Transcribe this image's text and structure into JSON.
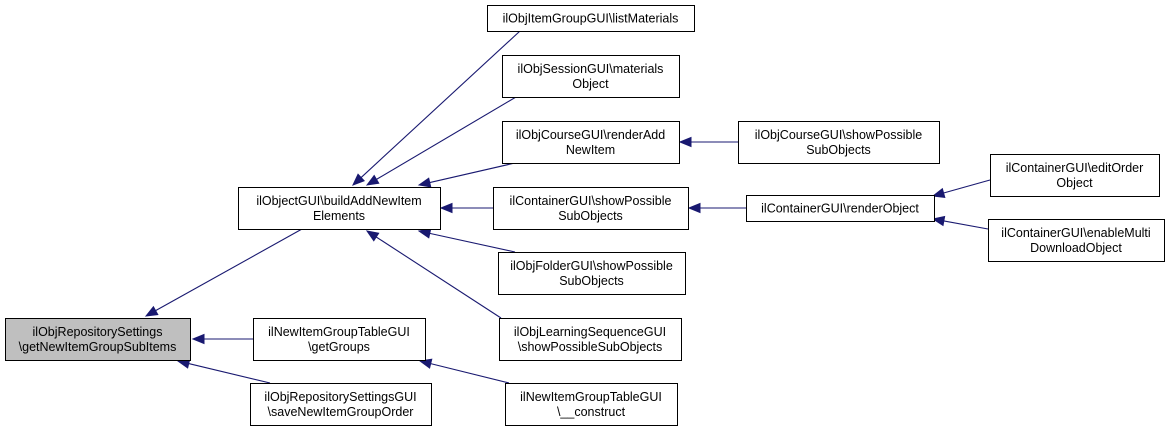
{
  "graph": {
    "nodes": [
      {
        "id": "root",
        "lines": [
          "ilObjRepositorySettings",
          "\\getNewItemGroupSubItems"
        ],
        "highlight": true
      },
      {
        "id": "buildAdd",
        "lines": [
          "ilObjectGUI\\buildAddNewItem",
          "Elements"
        ]
      },
      {
        "id": "getGroups",
        "lines": [
          "ilNewItemGroupTableGUI",
          "\\getGroups"
        ]
      },
      {
        "id": "saveOrder",
        "lines": [
          "ilObjRepositorySettingsGUI",
          "\\saveNewItemGroupOrder"
        ]
      },
      {
        "id": "listMaterials",
        "lines": [
          "ilObjItemGroupGUI\\listMaterials"
        ]
      },
      {
        "id": "sessionMaterials",
        "lines": [
          "ilObjSessionGUI\\materials",
          "Object"
        ]
      },
      {
        "id": "courseRenderAdd",
        "lines": [
          "ilObjCourseGUI\\renderAdd",
          "NewItem"
        ]
      },
      {
        "id": "containerShow",
        "lines": [
          "ilContainerGUI\\showPossible",
          "SubObjects"
        ]
      },
      {
        "id": "folderShow",
        "lines": [
          "ilObjFolderGUI\\showPossible",
          "SubObjects"
        ]
      },
      {
        "id": "lsShow",
        "lines": [
          "ilObjLearningSequenceGUI",
          "\\showPossibleSubObjects"
        ]
      },
      {
        "id": "construct",
        "lines": [
          "ilNewItemGroupTableGUI",
          "\\__construct"
        ]
      },
      {
        "id": "courseShow",
        "lines": [
          "ilObjCourseGUI\\showPossible",
          "SubObjects"
        ]
      },
      {
        "id": "renderObject",
        "lines": [
          "ilContainerGUI\\renderObject"
        ]
      },
      {
        "id": "editOrder",
        "lines": [
          "ilContainerGUI\\editOrder",
          "Object"
        ]
      },
      {
        "id": "enableMulti",
        "lines": [
          "ilContainerGUI\\enableMulti",
          "DownloadObject"
        ]
      }
    ],
    "edges": [
      {
        "from": "buildAdd",
        "to": "root"
      },
      {
        "from": "getGroups",
        "to": "root"
      },
      {
        "from": "saveOrder",
        "to": "root"
      },
      {
        "from": "listMaterials",
        "to": "buildAdd"
      },
      {
        "from": "sessionMaterials",
        "to": "buildAdd"
      },
      {
        "from": "courseRenderAdd",
        "to": "buildAdd"
      },
      {
        "from": "containerShow",
        "to": "buildAdd"
      },
      {
        "from": "folderShow",
        "to": "buildAdd"
      },
      {
        "from": "lsShow",
        "to": "buildAdd"
      },
      {
        "from": "construct",
        "to": "getGroups"
      },
      {
        "from": "courseShow",
        "to": "courseRenderAdd"
      },
      {
        "from": "renderObject",
        "to": "containerShow"
      },
      {
        "from": "editOrder",
        "to": "renderObject"
      },
      {
        "from": "enableMulti",
        "to": "renderObject"
      }
    ],
    "colors": {
      "edge": "#191970",
      "highlight_fill": "#bfbfbf",
      "node_fill": "#ffffff",
      "border": "#000000"
    }
  }
}
